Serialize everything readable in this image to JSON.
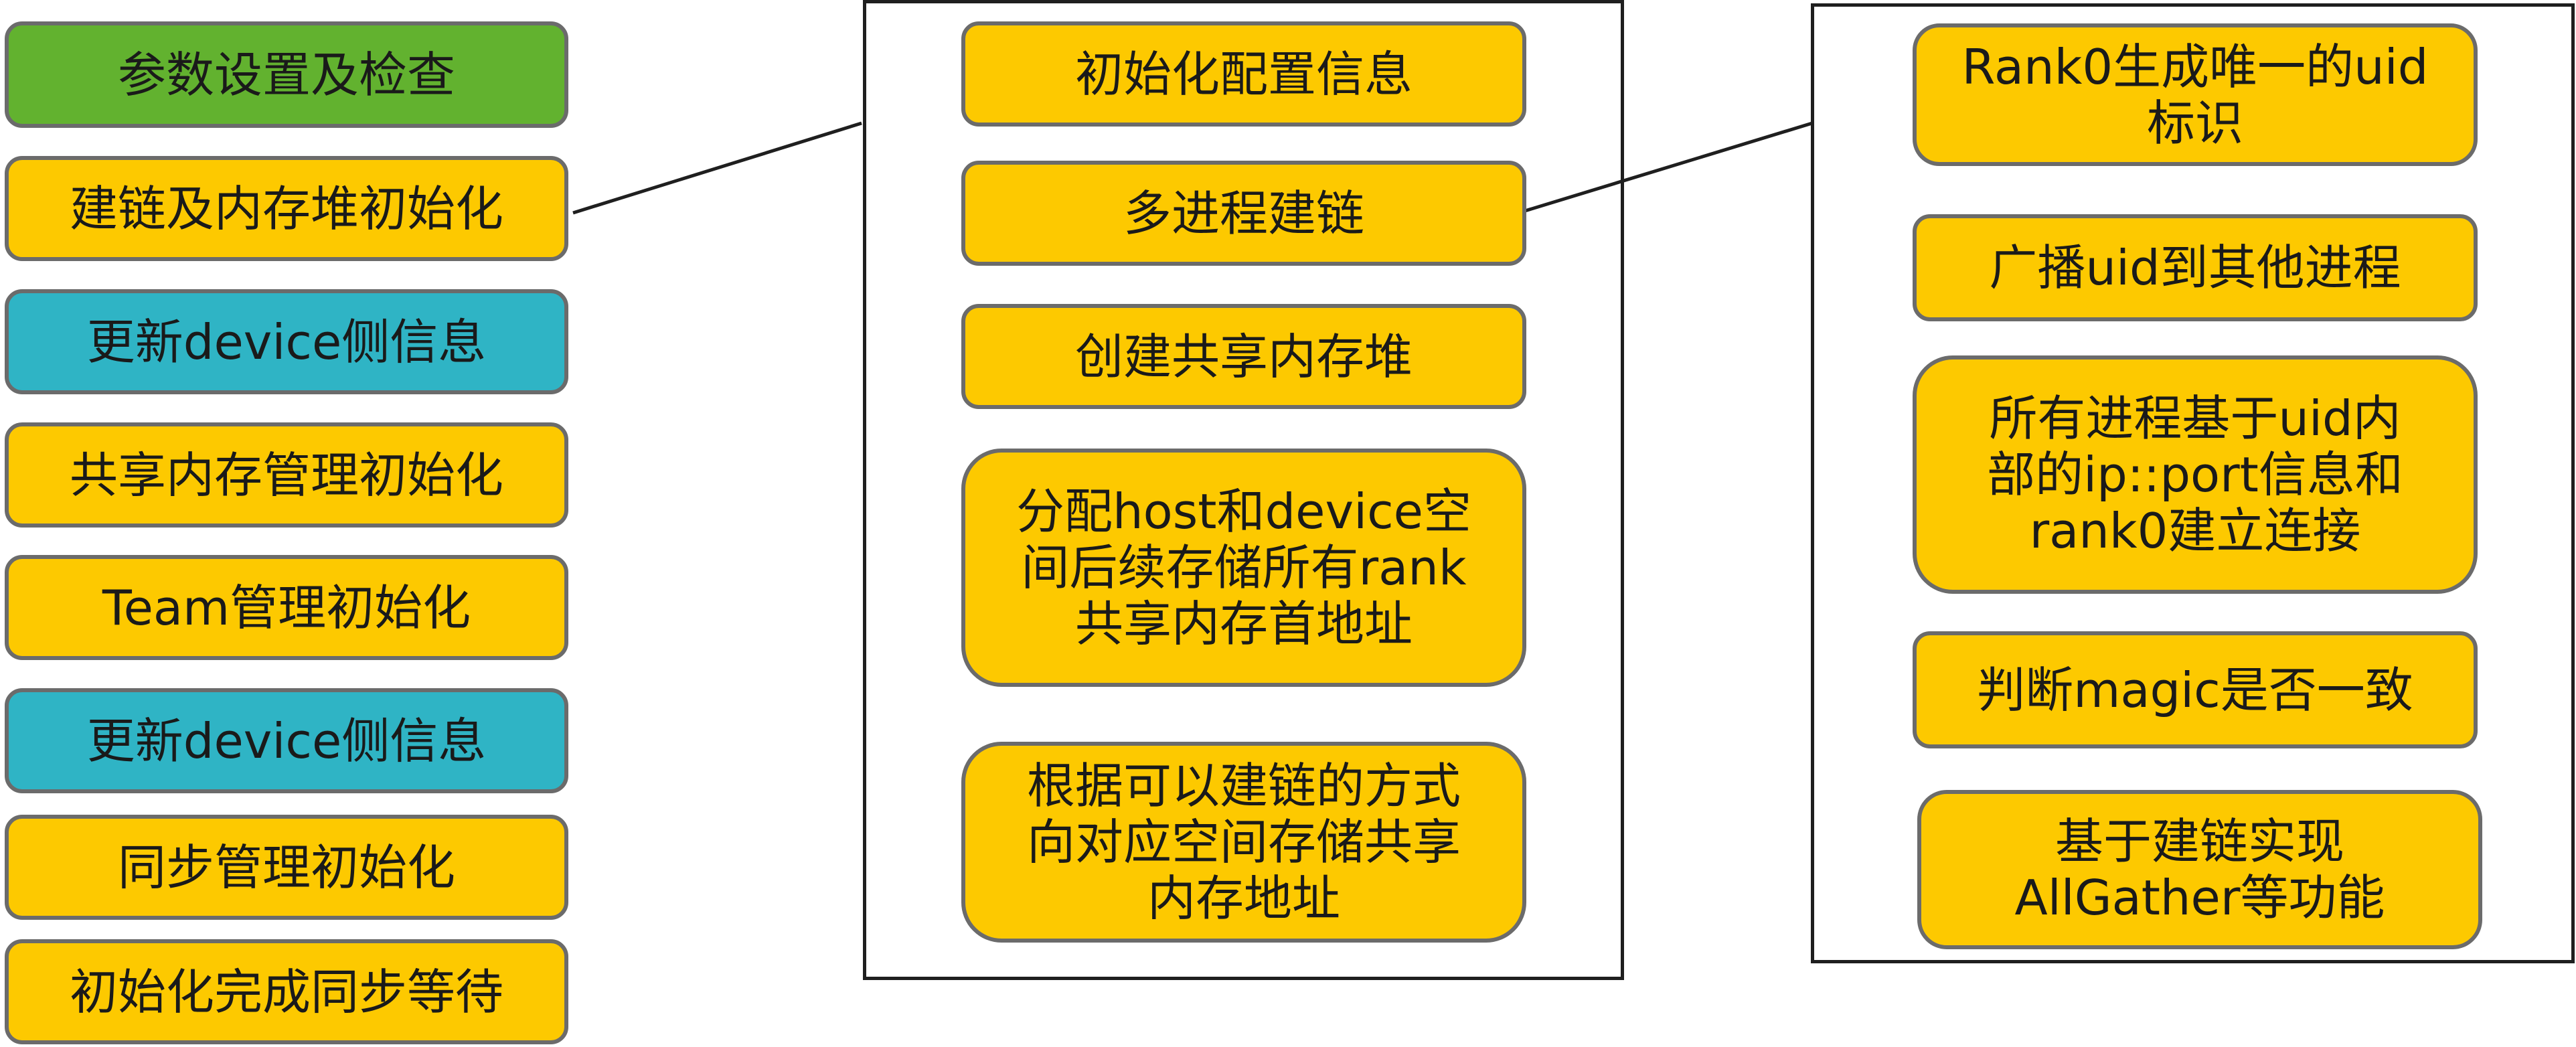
{
  "colors": {
    "green": "#62b22f",
    "yellow": "#fdc900",
    "teal": "#2fb4c5",
    "border": "#6b6b6b",
    "frame": "#1f1f1f"
  },
  "main_flow": {
    "steps": [
      {
        "label": "参数设置及检查",
        "color": "green"
      },
      {
        "label": "建链及内存堆初始化",
        "color": "yellow"
      },
      {
        "label": "更新device侧信息",
        "color": "teal"
      },
      {
        "label": "共享内存管理初始化",
        "color": "yellow"
      },
      {
        "label": "Team管理初始化",
        "color": "yellow"
      },
      {
        "label": "更新device侧信息",
        "color": "teal"
      },
      {
        "label": "同步管理初始化",
        "color": "yellow"
      },
      {
        "label": "初始化完成同步等待",
        "color": "yellow"
      }
    ]
  },
  "link_heap_init_detail": {
    "expands": "建链及内存堆初始化",
    "steps": [
      {
        "label": "初始化配置信息"
      },
      {
        "label": "多进程建链"
      },
      {
        "label": "创建共享内存堆"
      },
      {
        "label": "分配host和device空间后续存储所有rank共享内存首地址",
        "lines": [
          "分配host和device空",
          "间后续存储所有rank",
          "共享内存首地址"
        ]
      },
      {
        "label": "根据可以建链的方式向对应空间存储共享内存地址",
        "lines": [
          "根据可以建链的方式",
          "向对应空间存储共享",
          "内存地址"
        ]
      }
    ]
  },
  "multiprocess_link_detail": {
    "expands": "多进程建链",
    "steps": [
      {
        "label": "Rank0生成唯一的uid标识",
        "lines": [
          "Rank0生成唯一的uid",
          "标识"
        ]
      },
      {
        "label": "广播uid到其他进程"
      },
      {
        "label": "所有进程基于uid内部的ip::port信息和rank0建立连接",
        "lines": [
          "所有进程基于uid内",
          "部的ip::port信息和",
          "rank0建立连接"
        ]
      },
      {
        "label": "判断magic是否一致"
      },
      {
        "label": "基于建链实现AllGather等功能",
        "lines": [
          "基于建链实现",
          "AllGather等功能"
        ]
      }
    ]
  }
}
